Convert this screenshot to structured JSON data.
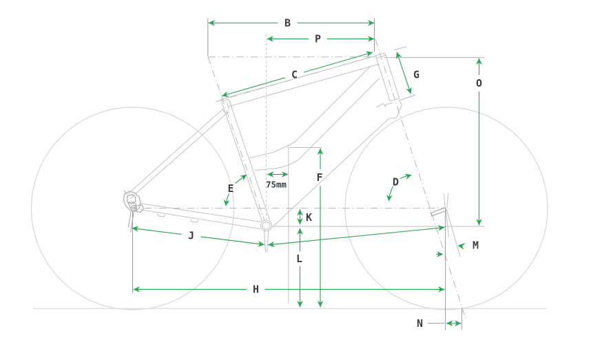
{
  "diagram": {
    "type": "bicycle-frame-geometry",
    "description": "Line drawing of a bicycle frame and wheels annotated with lettered dimension arrows",
    "dimension_letters": [
      "B",
      "P",
      "C",
      "G",
      "O",
      "E",
      "F",
      "D",
      "K",
      "L",
      "J",
      "H",
      "M",
      "N"
    ],
    "fixed_measurement": "75mm"
  },
  "labels": {
    "B": "B",
    "P": "P",
    "C": "C",
    "G": "G",
    "O": "O",
    "E": "E",
    "F": "F",
    "D": "D",
    "K": "K",
    "L": "L",
    "J": "J",
    "H": "H",
    "M": "M",
    "N": "N",
    "mm75": "75mm"
  },
  "colors": {
    "dimension_green": "#2fa456",
    "label_text": "#3a3f44",
    "frame_gray": "#c3c5c8",
    "reference_gray": "#b6b8bb",
    "extension_gray": "#97999d",
    "ground_gray": "#dcdddd",
    "wheel_gray": "#d6d7d9",
    "background": "#ffffff"
  }
}
